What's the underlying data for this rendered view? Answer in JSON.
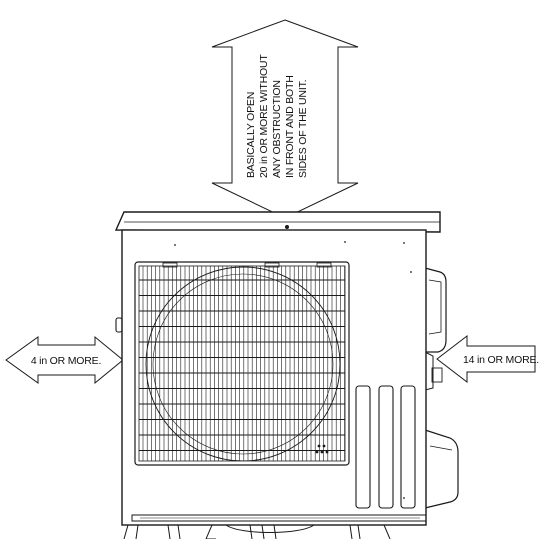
{
  "clearances": {
    "top": {
      "lines": [
        "BASICALLY OPEN",
        "20 in OR MORE WITHOUT",
        "ANY OBSTRUCTION",
        "IN FRONT AND BOTH",
        "SIDES OF THE UNIT."
      ]
    },
    "left": {
      "label": "4 in OR MORE."
    },
    "right": {
      "label": "14 in OR MORE."
    }
  },
  "colors": {
    "line": "#1a1a1a",
    "background": "#ffffff"
  }
}
